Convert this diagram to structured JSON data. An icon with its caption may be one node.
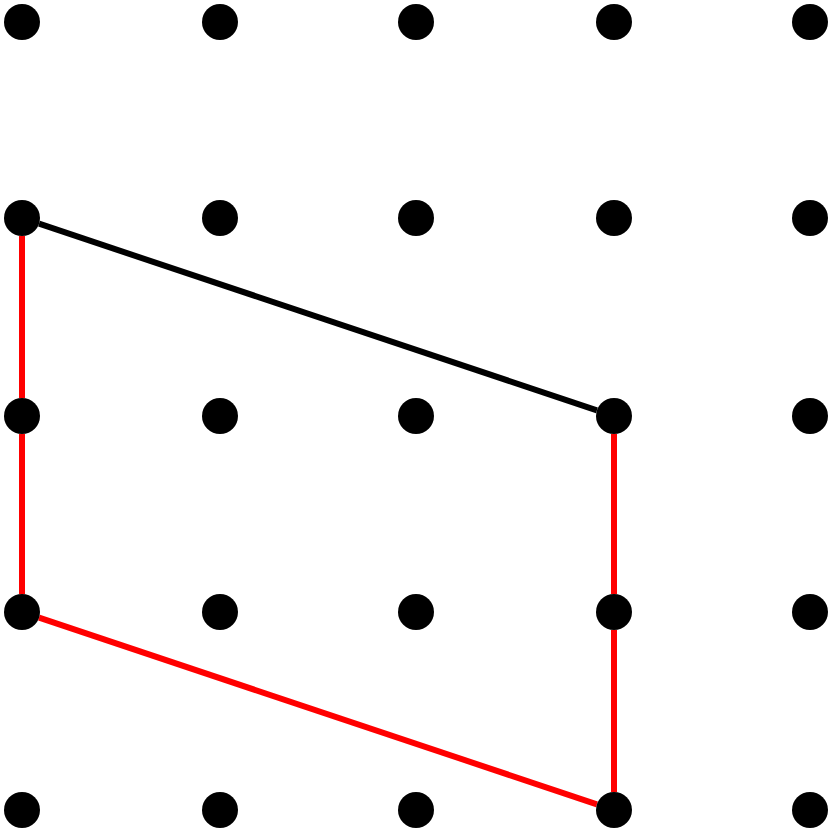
{
  "diagram": {
    "nodes": [
      {
        "text": [],
        "shape": "circle"
      },
      {
        "text": [],
        "shape": "circle"
      },
      {
        "text": [],
        "shape": "circle"
      },
      {
        "text": [],
        "shape": "circle"
      },
      {
        "text": [],
        "shape": "circle"
      },
      {
        "text": [],
        "shape": "circle"
      },
      {
        "text": [],
        "shape": "circle"
      },
      {
        "text": [],
        "shape": "circle"
      },
      {
        "text": [],
        "shape": "circle"
      },
      {
        "text": [],
        "shape": "circle"
      },
      {
        "text": [],
        "shape": "circle"
      },
      {
        "text": [],
        "shape": "circle"
      },
      {
        "text": [],
        "shape": "circle"
      },
      {
        "text": [],
        "shape": "circle"
      },
      {
        "text": [],
        "shape": "circle"
      },
      {
        "text": [],
        "shape": "circle"
      },
      {
        "text": [],
        "shape": "circle"
      },
      {
        "text": [],
        "shape": "circle"
      },
      {
        "text": [],
        "shape": "circle"
      },
      {
        "text": [],
        "shape": "circle"
      },
      {
        "text": [],
        "shape": "circle"
      },
      {
        "text": [],
        "shape": "circle"
      },
      {
        "text": [],
        "shape": "circle"
      },
      {
        "text": [],
        "shape": "circle"
      },
      {
        "text": [],
        "shape": "circle"
      }
    ],
    "edges": [
      {
        "from": 5,
        "to": 13,
        "arrow": "none",
        "color": "#000000"
      },
      {
        "from": 5,
        "to": 10,
        "arrow": "none"
      },
      {
        "from": 10,
        "to": 15,
        "arrow": "none"
      },
      {
        "from": 15,
        "to": 23,
        "arrow": "none"
      },
      {
        "from": 23,
        "to": 18,
        "arrow": "none"
      },
      {
        "from": 18,
        "to": 13,
        "arrow": "none"
      }
    ]
  }
}
